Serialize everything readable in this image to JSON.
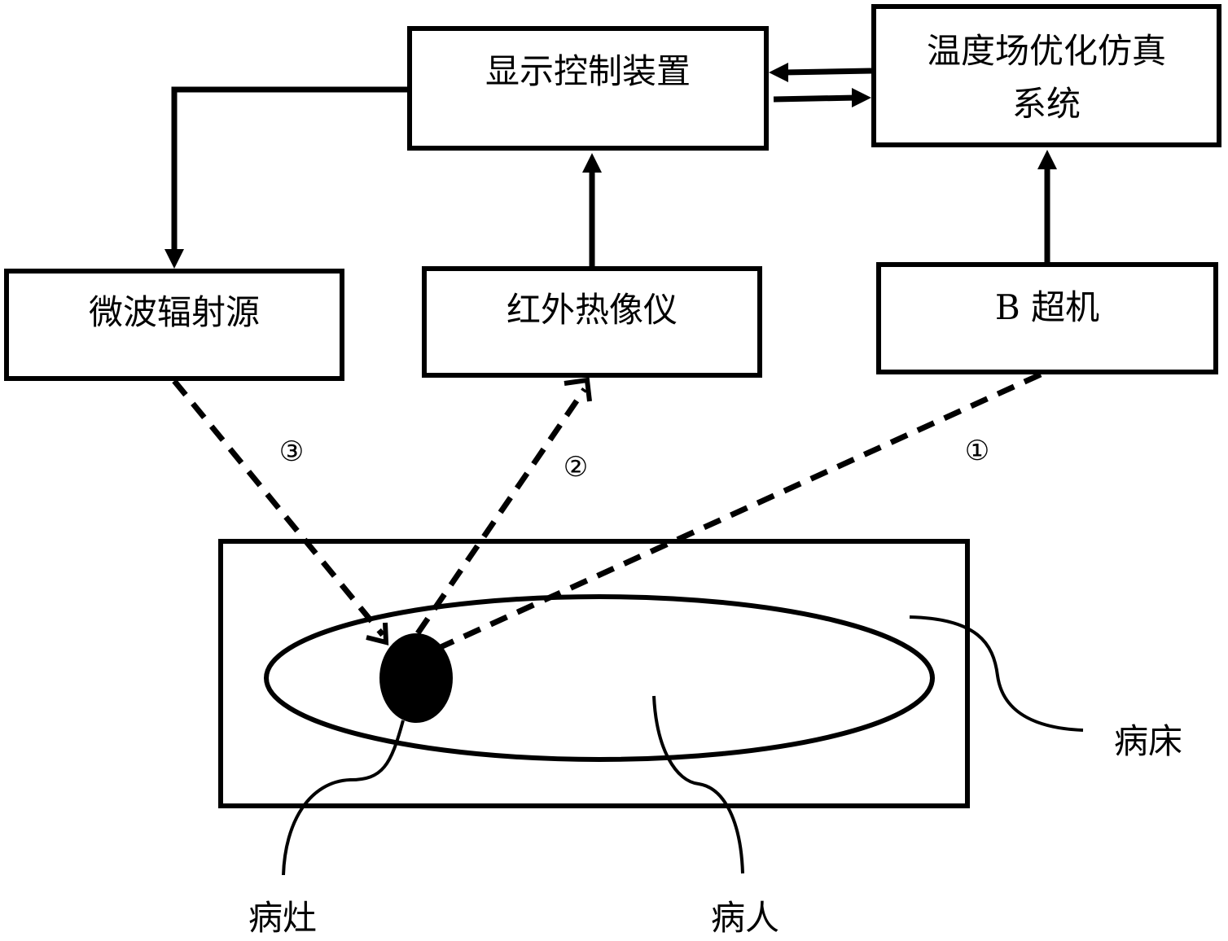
{
  "diagram": {
    "colors": {
      "stroke": "#000000",
      "background": "#ffffff"
    },
    "boxes": {
      "display_control": {
        "label": "显示控制装置"
      },
      "temperature_sim": {
        "label_line1": "温度场优化仿真",
        "label_line2": "系统"
      },
      "microwave_source": {
        "label": "微波辐射源"
      },
      "infrared_camera": {
        "label": "红外热像仪"
      },
      "b_ultrasound": {
        "label": "B 超机"
      }
    },
    "step_markers": {
      "step1": "①",
      "step2": "②",
      "step3": "③"
    },
    "annotations": {
      "bed": "病床",
      "lesion": "病灶",
      "patient": "病人"
    },
    "edges": [
      {
        "from": "temperature_sim",
        "to": "display_control",
        "style": "solid"
      },
      {
        "from": "display_control",
        "to": "temperature_sim",
        "style": "solid"
      },
      {
        "from": "display_control",
        "to": "microwave_source",
        "style": "solid"
      },
      {
        "from": "infrared_camera",
        "to": "display_control",
        "style": "solid"
      },
      {
        "from": "b_ultrasound",
        "to": "temperature_sim",
        "style": "solid"
      },
      {
        "from": "b_ultrasound",
        "to": "lesion",
        "style": "dashed",
        "step": "①"
      },
      {
        "from": "lesion",
        "to": "infrared_camera",
        "style": "dashed",
        "step": "②"
      },
      {
        "from": "microwave_source",
        "to": "lesion",
        "style": "dashed",
        "step": "③"
      }
    ]
  }
}
